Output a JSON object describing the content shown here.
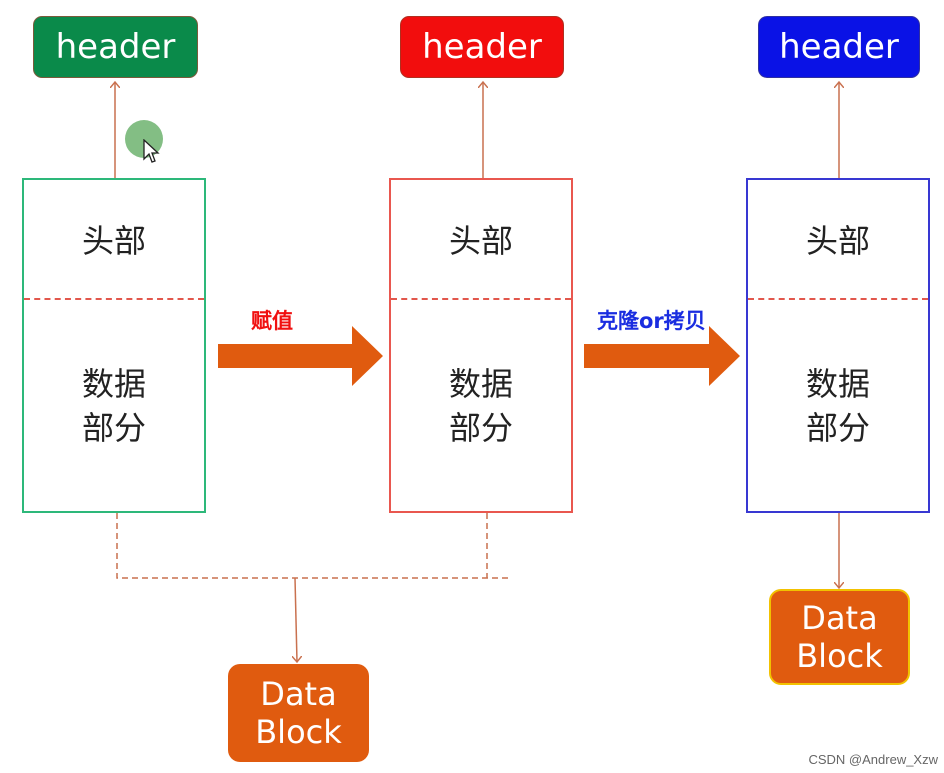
{
  "diagram": {
    "objects": [
      {
        "header": "header",
        "header_color": "#0a8a4a",
        "border_color": "#2db87a",
        "top_label": "头部",
        "body_line1": "数据",
        "body_line2": "部分"
      },
      {
        "header": "header",
        "header_color": "#f20d0d",
        "border_color": "#e9574f",
        "top_label": "头部",
        "body_line1": "数据",
        "body_line2": "部分"
      },
      {
        "header": "header",
        "header_color": "#0a12e6",
        "border_color": "#3838d2",
        "top_label": "头部",
        "body_line1": "数据",
        "body_line2": "部分"
      }
    ],
    "arrow_labels": [
      {
        "text": "赋值",
        "color": "#f01010"
      },
      {
        "text": "克隆or拷贝",
        "color": "#1a2de0"
      }
    ],
    "shared_block": {
      "line1": "Data",
      "line2": "Block"
    },
    "own_block": {
      "line1": "Data",
      "line2": "Block"
    },
    "arrow_color": "#e05b0f"
  },
  "watermark": "CSDN @Andrew_Xzw"
}
